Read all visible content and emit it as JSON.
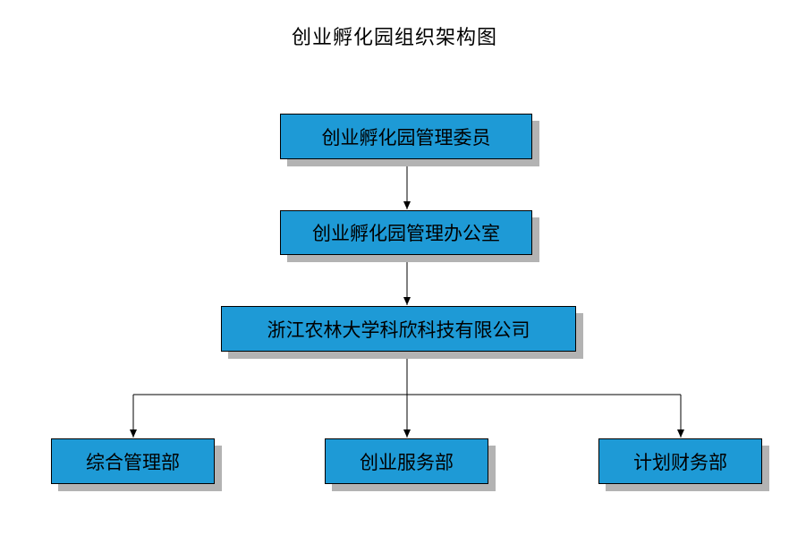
{
  "diagram": {
    "title": "创业孵化园组织架构图",
    "node_fill": "#1e9ad6",
    "shadow_color": "#b3b3b3",
    "line_color": "#000000",
    "nodes": {
      "committee": {
        "label": "创业孵化园管理委员"
      },
      "office": {
        "label": "创业孵化园管理办公室"
      },
      "company": {
        "label": "浙江农林大学科欣科技有限公司"
      },
      "general_dept": {
        "label": "综合管理部"
      },
      "service_dept": {
        "label": "创业服务部"
      },
      "finance_dept": {
        "label": "计划财务部"
      }
    }
  }
}
